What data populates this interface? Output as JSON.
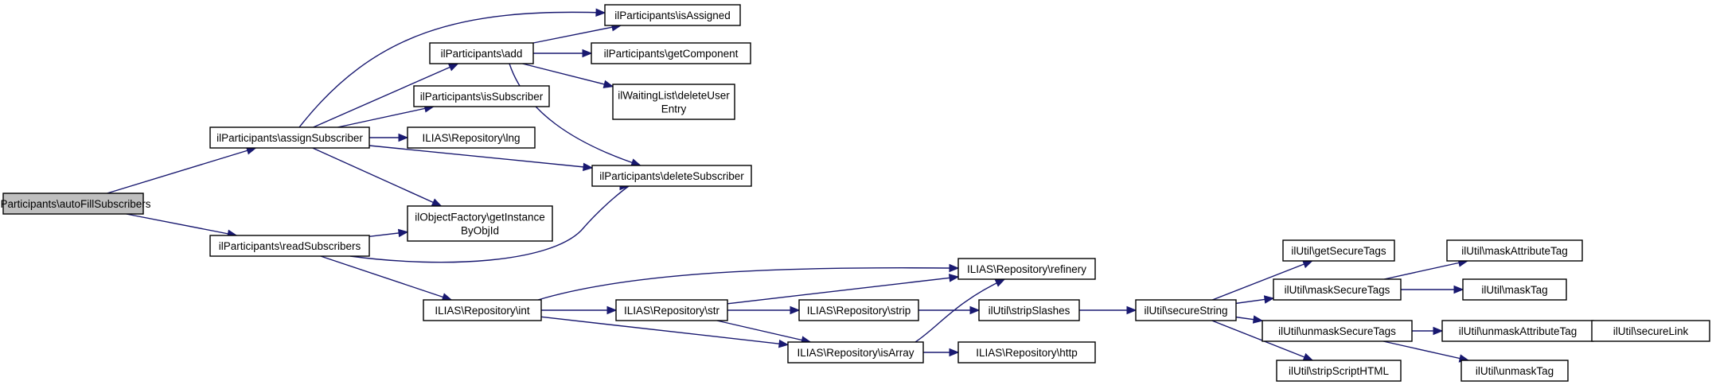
{
  "nodes": {
    "autoFill": [
      "ilParticipants\\autoFillSubscribers"
    ],
    "assign": [
      "ilParticipants\\assignSubscriber"
    ],
    "read": [
      "ilParticipants\\readSubscribers"
    ],
    "add": [
      "ilParticipants\\add"
    ],
    "isSubscriber": [
      "ilParticipants\\isSubscriber"
    ],
    "lng": [
      "ILIAS\\Repository\\lng"
    ],
    "getInstance": [
      "ilObjectFactory\\getInstance",
      "ByObjId"
    ],
    "intFn": [
      "ILIAS\\Repository\\int"
    ],
    "isAssigned": [
      "ilParticipants\\isAssigned"
    ],
    "getComponent": [
      "ilParticipants\\getComponent"
    ],
    "deleteUserEntry": [
      "ilWaitingList\\deleteUser",
      "Entry"
    ],
    "deleteSubscriber": [
      "ilParticipants\\deleteSubscriber"
    ],
    "str": [
      "ILIAS\\Repository\\str"
    ],
    "refinery": [
      "ILIAS\\Repository\\refinery"
    ],
    "strip": [
      "ILIAS\\Repository\\strip"
    ],
    "isArray": [
      "ILIAS\\Repository\\isArray"
    ],
    "stripSlashes": [
      "ilUtil\\stripSlashes"
    ],
    "http": [
      "ILIAS\\Repository\\http"
    ],
    "secureString": [
      "ilUtil\\secureString"
    ],
    "getSecureTags": [
      "ilUtil\\getSecureTags"
    ],
    "maskSecureTags": [
      "ilUtil\\maskSecureTags"
    ],
    "unmaskSecureTags": [
      "ilUtil\\unmaskSecureTags"
    ],
    "stripScriptHTML": [
      "ilUtil\\stripScriptHTML"
    ],
    "maskAttributeTag": [
      "ilUtil\\maskAttributeTag"
    ],
    "maskTag": [
      "ilUtil\\maskTag"
    ],
    "unmaskAttributeTag": [
      "ilUtil\\unmaskAttributeTag"
    ],
    "unmaskTag": [
      "ilUtil\\unmaskTag"
    ],
    "secureLink": [
      "ilUtil\\secureLink"
    ]
  },
  "root_node": "autoFill",
  "edges": [
    [
      "autoFill",
      "assign"
    ],
    [
      "autoFill",
      "read"
    ],
    [
      "assign",
      "isAssigned"
    ],
    [
      "assign",
      "add"
    ],
    [
      "assign",
      "isSubscriber"
    ],
    [
      "assign",
      "lng"
    ],
    [
      "assign",
      "deleteSubscriber"
    ],
    [
      "assign",
      "getInstance"
    ],
    [
      "read",
      "getInstance"
    ],
    [
      "read",
      "deleteSubscriber"
    ],
    [
      "read",
      "intFn"
    ],
    [
      "add",
      "isAssigned"
    ],
    [
      "add",
      "getComponent"
    ],
    [
      "add",
      "deleteUserEntry"
    ],
    [
      "add",
      "deleteSubscriber"
    ],
    [
      "intFn",
      "refinery"
    ],
    [
      "intFn",
      "str"
    ],
    [
      "intFn",
      "isArray"
    ],
    [
      "str",
      "refinery"
    ],
    [
      "str",
      "strip"
    ],
    [
      "str",
      "isArray"
    ],
    [
      "strip",
      "stripSlashes"
    ],
    [
      "isArray",
      "refinery"
    ],
    [
      "isArray",
      "http"
    ],
    [
      "stripSlashes",
      "secureString"
    ],
    [
      "secureString",
      "getSecureTags"
    ],
    [
      "secureString",
      "maskSecureTags"
    ],
    [
      "secureString",
      "unmaskSecureTags"
    ],
    [
      "secureString",
      "stripScriptHTML"
    ],
    [
      "maskSecureTags",
      "maskAttributeTag"
    ],
    [
      "maskSecureTags",
      "maskTag"
    ],
    [
      "unmaskSecureTags",
      "unmaskAttributeTag"
    ],
    [
      "unmaskSecureTags",
      "unmaskTag"
    ],
    [
      "unmaskAttributeTag",
      "secureLink"
    ]
  ],
  "colors": {
    "edge": "#191970",
    "node_border": "#000000",
    "node_fill": "#ffffff",
    "root_fill": "#bfbfbf"
  }
}
